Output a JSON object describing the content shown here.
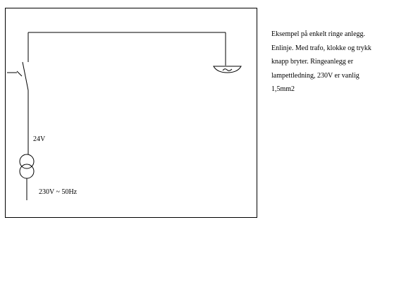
{
  "diagram": {
    "low_voltage_label": "24V",
    "mains_label": "230V ~ 50Hz"
  },
  "description": {
    "lines": [
      "Eksempel på enkelt ringe anlegg.",
      "Enlinje. Med trafo, klokke og trykk",
      "knapp bryter. Ringeanlegg er",
      "lampettledning, 230V er vanlig",
      "1,5mm2"
    ]
  }
}
